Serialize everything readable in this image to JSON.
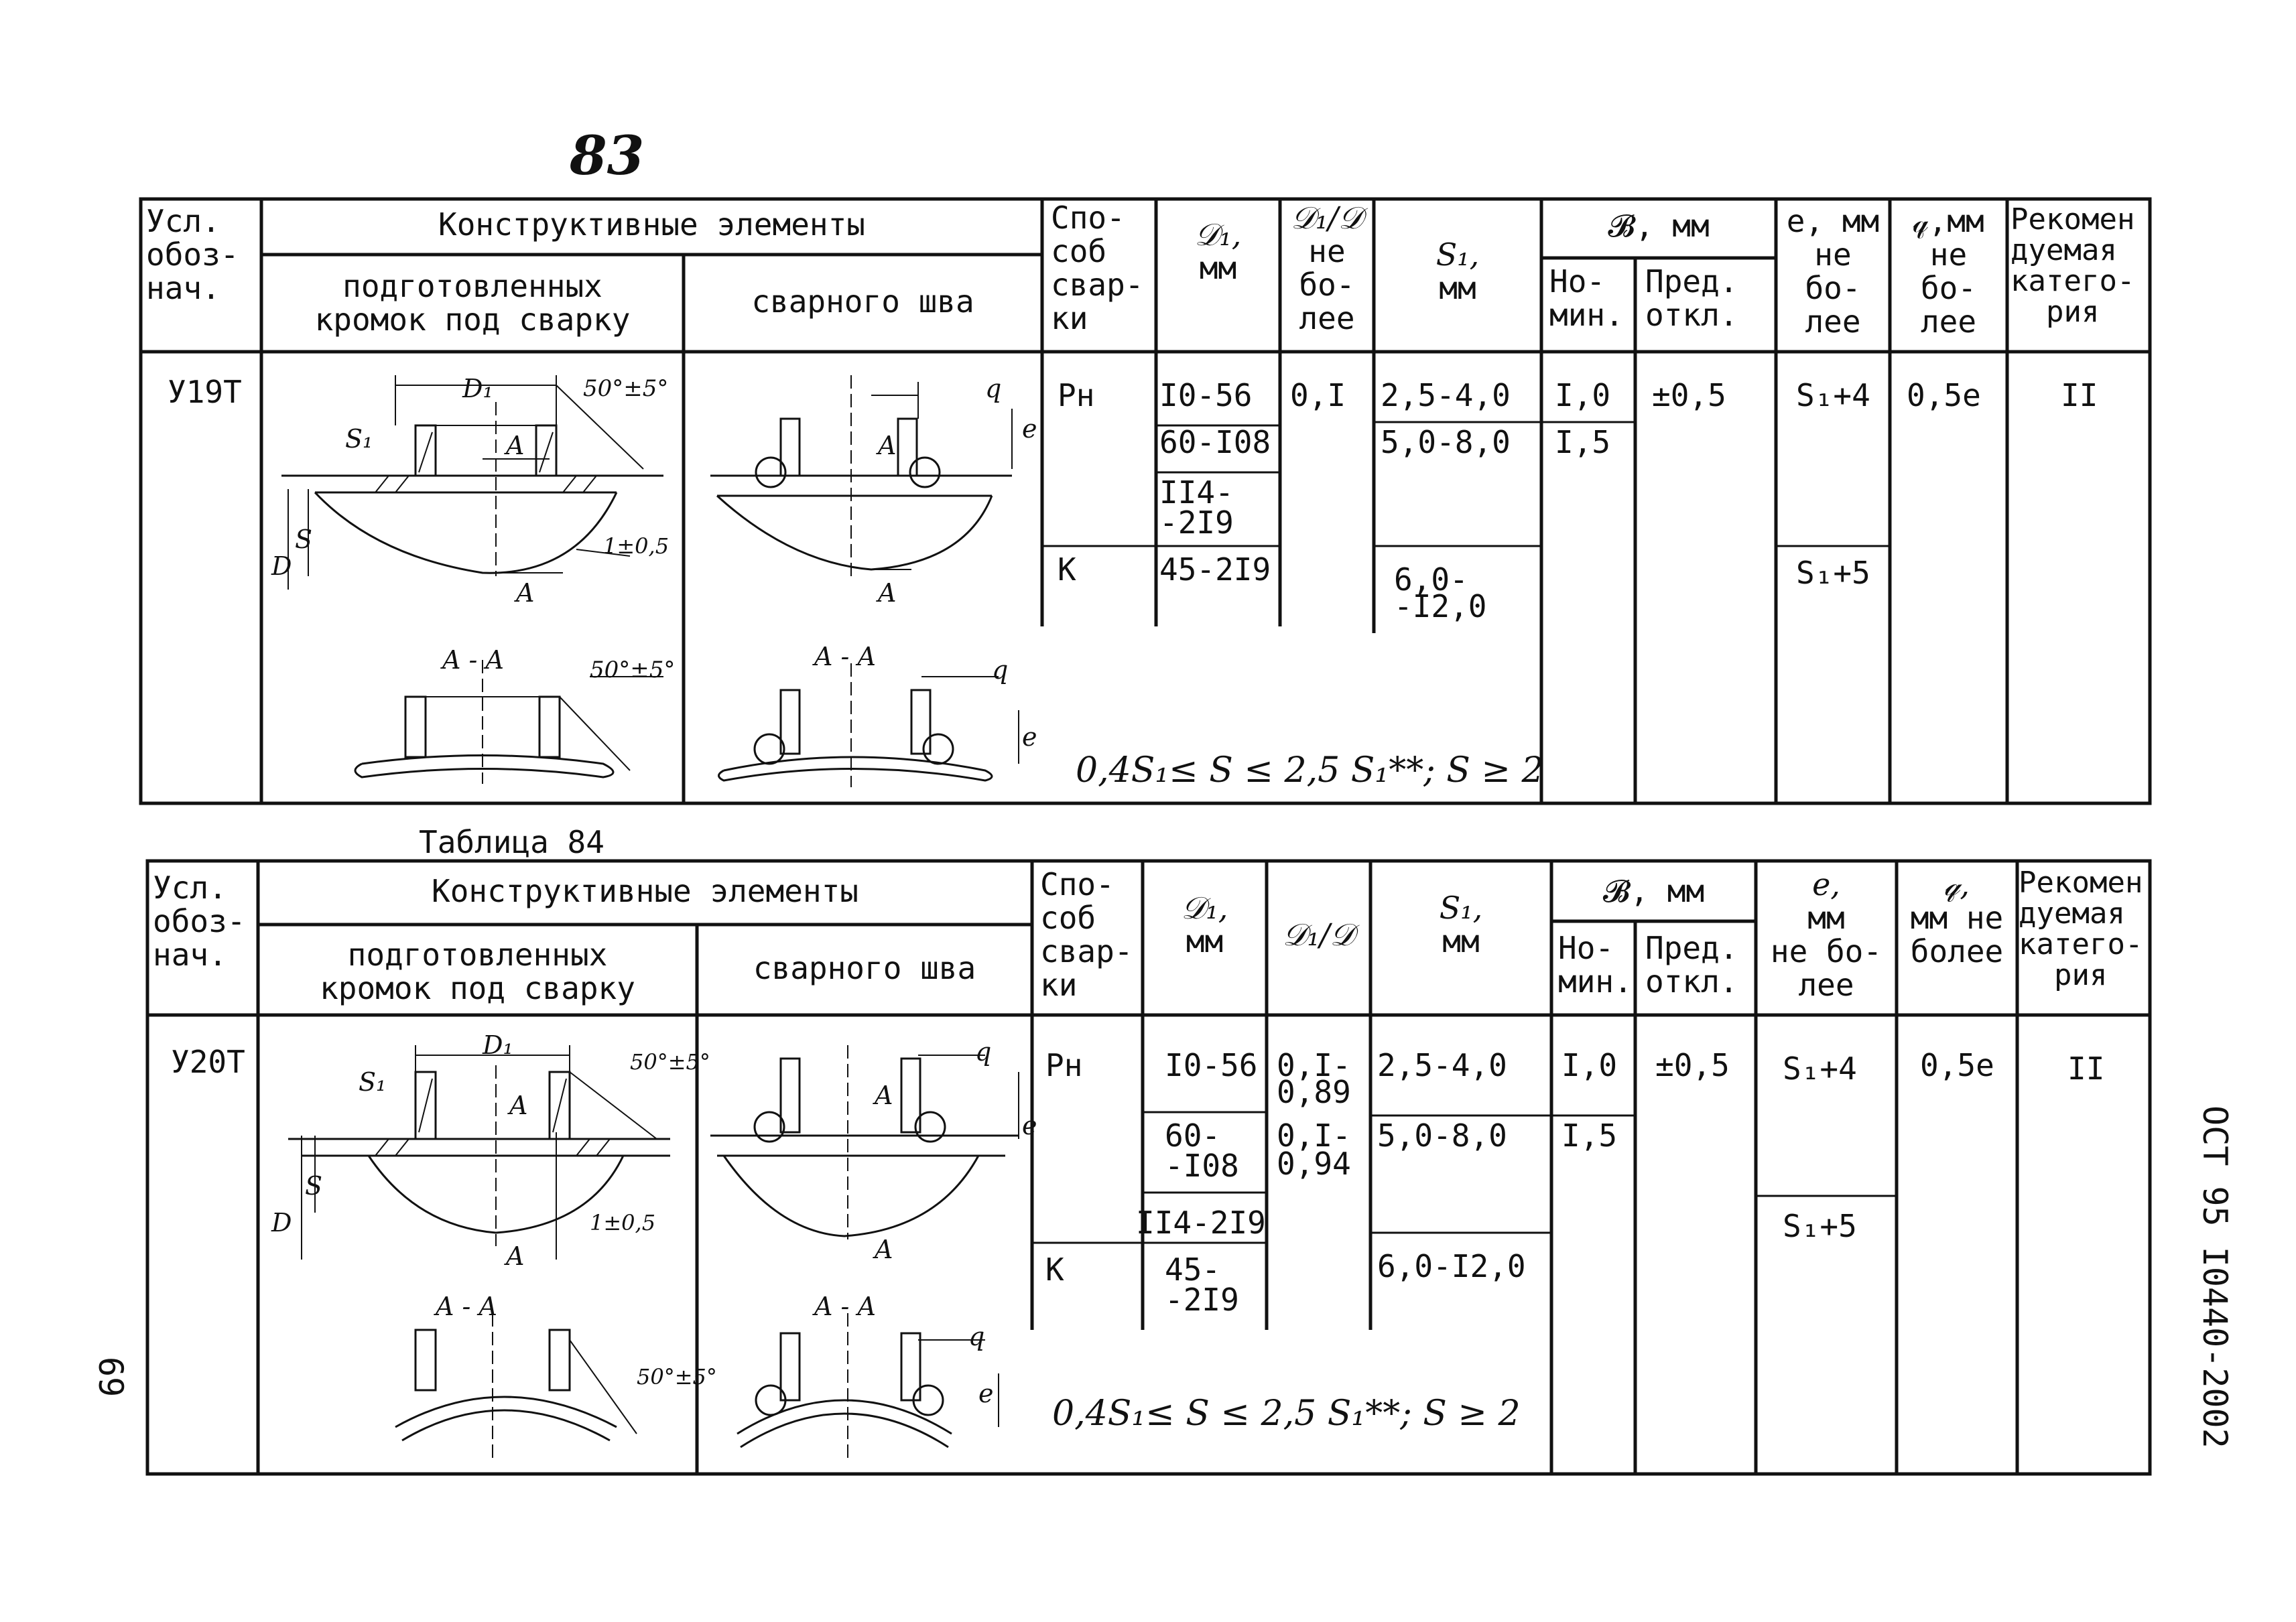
{
  "page_number_top": "83",
  "table1": {
    "head": {
      "designation": [
        "Усл.",
        "обоз-",
        "нач."
      ],
      "constructive": "Конструктивные элементы",
      "prepared": [
        "подготовленных",
        "кромок под сварку"
      ],
      "weld": "сварного шва",
      "method": [
        "Спо-",
        "соб",
        "свар-",
        "ки"
      ],
      "d1": [
        "𝒟₁,",
        "мм"
      ],
      "d1d": [
        "𝒟₁/𝒟",
        "не",
        "бо-",
        "лее"
      ],
      "s1": [
        "S₁,",
        "мм"
      ],
      "b": "𝓑,   мм",
      "b_nom": [
        "Но-",
        "мин."
      ],
      "b_dev": [
        "Пред.",
        "откл."
      ],
      "e": [
        "e, мм",
        "не",
        "бо-",
        "лее"
      ],
      "q": [
        "𝓆,мм",
        "не",
        "бо-",
        "лее"
      ],
      "cat": [
        "Рекомен",
        "дуемая",
        "катего-",
        "рия"
      ]
    },
    "row": {
      "code": "У19Т",
      "method_rh": "Рн",
      "method_k": "К",
      "d1": [
        "I0-56",
        "60-I08",
        "II4-",
        "-2I9",
        "45-2I9"
      ],
      "d1d": "0,I",
      "s1": [
        "2,5-4,0",
        "5,0-8,0",
        "6,0-",
        "-I2,0"
      ],
      "b_nom": [
        "I,0",
        "I,5"
      ],
      "b_dev": "±0,5",
      "e": [
        "S₁+4",
        "S₁+5"
      ],
      "q": "0,5e",
      "cat": "II",
      "note": "0,4S₁≤ S ≤ 2,5 S₁**; S ≥ 2"
    },
    "drawing_labels": {
      "d1": "D₁",
      "angle": "50°±5°",
      "s1": "S₁",
      "a": "A",
      "s": "S",
      "d": "D",
      "tol": "1±0,5",
      "section": "A - A",
      "q": "q",
      "e": "e"
    }
  },
  "caption2": "Таблица 84",
  "table2": {
    "head": {
      "designation": [
        "Усл.",
        "обоз-",
        "нач."
      ],
      "constructive": "Конструктивные элементы",
      "prepared": [
        "подготовленных",
        "кромок под сварку"
      ],
      "weld": "сварного шва",
      "method": [
        "Спо-",
        "соб",
        "свар-",
        "ки"
      ],
      "d1": [
        "𝒟₁,",
        "мм"
      ],
      "d1d": "𝒟₁/𝒟",
      "s1": [
        "S₁,",
        "мм"
      ],
      "b": "𝓑,   мм",
      "b_nom": [
        "Но-",
        "мин."
      ],
      "b_dev": [
        "Пред.",
        "откл."
      ],
      "e": [
        "e,",
        "мм",
        "не бо-",
        "лее"
      ],
      "q": [
        "𝓆,",
        "мм не",
        "более"
      ],
      "cat": [
        "Рекомен",
        "дуемая",
        "катего-",
        "рия"
      ]
    },
    "row": {
      "code": "У20Т",
      "method_rh": "Рн",
      "method_k": "К",
      "d1": [
        "I0-56",
        "60-",
        "-I08",
        "II4-2I9",
        "45-",
        "-2I9"
      ],
      "d1d": [
        "0,I-",
        "0,89",
        "0,I-",
        "0,94"
      ],
      "s1": [
        "2,5-4,0",
        "5,0-8,0",
        "6,0-I2,0"
      ],
      "b_nom": [
        "I,0",
        "I,5"
      ],
      "b_dev": "±0,5",
      "e": [
        "S₁+4",
        "S₁+5"
      ],
      "q": "0,5e",
      "cat": "II",
      "note": "0,4S₁≤ S ≤ 2,5 S₁**; S ≥ 2"
    }
  },
  "side_code": "ОСТ 95 I0440-2002",
  "page_number_side": "69"
}
